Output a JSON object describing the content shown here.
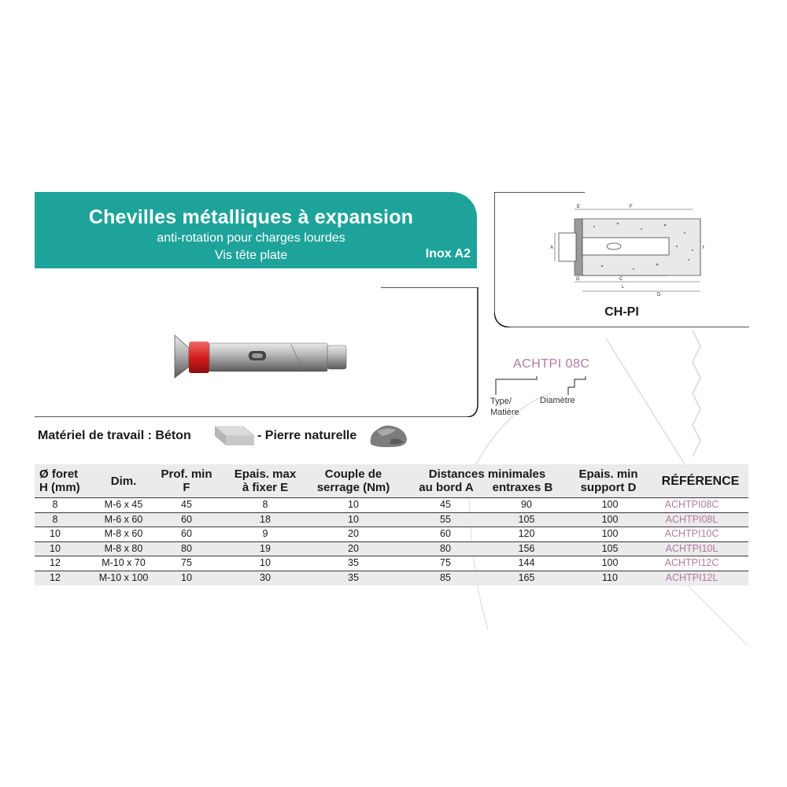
{
  "header": {
    "title": "Chevilles métalliques à expansion",
    "subtitle": "anti-rotation pour charges lourdes",
    "subtitle2": "Vis tête plate",
    "material": "Inox A2"
  },
  "diagram": {
    "caption": "CH-PI",
    "labels": [
      "E",
      "F",
      "A",
      "H",
      "C",
      "G",
      "L",
      "D"
    ]
  },
  "code": {
    "main": "ACHTPI 08C",
    "type_label_1": "Type/",
    "type_label_2": "Matière",
    "diameter_label": "Diamètre"
  },
  "work": {
    "label_concrete": "Matériel de travail : Béton",
    "label_stone": "- Pierre naturelle"
  },
  "table": {
    "headers": {
      "foret_1": "Ø foret",
      "foret_2": "H (mm)",
      "dim": "Dim.",
      "prof_1": "Prof. min",
      "prof_2": "F",
      "epais_1": "Epais. max",
      "epais_2": "à fixer E",
      "couple_1": "Couple de",
      "couple_2": "serrage (Nm)",
      "dist_top": "Distances minimales",
      "dist_a": "au bord A",
      "dist_b": "entraxes B",
      "support_1": "Epais. min",
      "support_2": "support D",
      "ref": "RÉFÉRENCE"
    },
    "rows": [
      {
        "foret": "8",
        "dim": "M-6 x 45",
        "prof": "45",
        "epais": "8",
        "couple": "10",
        "a": "45",
        "b": "90",
        "d": "100",
        "ref": "ACHTPI08C"
      },
      {
        "foret": "8",
        "dim": "M-6 x 60",
        "prof": "60",
        "epais": "18",
        "couple": "10",
        "a": "55",
        "b": "105",
        "d": "100",
        "ref": "ACHTPI08L"
      },
      {
        "foret": "10",
        "dim": "M-8 x 60",
        "prof": "60",
        "epais": "9",
        "couple": "20",
        "a": "60",
        "b": "120",
        "d": "100",
        "ref": "ACHTPI10C"
      },
      {
        "foret": "10",
        "dim": "M-8 x 80",
        "prof": "80",
        "epais": "19",
        "couple": "20",
        "a": "80",
        "b": "156",
        "d": "105",
        "ref": "ACHTPI10L"
      },
      {
        "foret": "12",
        "dim": "M-10 x 70",
        "prof": "75",
        "epais": "10",
        "couple": "35",
        "a": "75",
        "b": "144",
        "d": "100",
        "ref": "ACHTPI12C"
      },
      {
        "foret": "12",
        "dim": "M-10 x 100",
        "prof": "10",
        "epais": "30",
        "couple": "35",
        "a": "85",
        "b": "165",
        "d": "110",
        "ref": "ACHTPI12L"
      }
    ]
  }
}
